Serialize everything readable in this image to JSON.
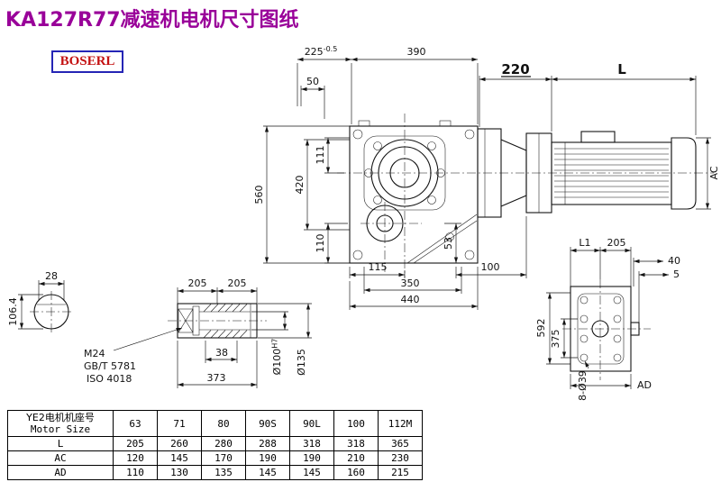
{
  "title": "KA127R77减速机电机尺寸图纸",
  "logo": {
    "text": "BOSERL"
  },
  "dims": {
    "top_225": "225",
    "top_225_tol": "-0.5",
    "top_390": "390",
    "top_50": "50",
    "top_220": "220",
    "top_L": "L",
    "left_560": "560",
    "left_420": "420",
    "left_111": "111",
    "left_110": "110",
    "front_53": "53",
    "bot_115": "115",
    "bot_100": "100",
    "bot_350": "350",
    "bot_440": "440",
    "right_AC": "AC",
    "shaft_28": "28",
    "shaft_106": "106.4",
    "hollow_205a": "205",
    "hollow_205b": "205",
    "hollow_M24": "M24",
    "hollow_gbt": "GB/T 5781",
    "hollow_iso": "ISO 4018",
    "hollow_38": "38",
    "hollow_373": "373",
    "hollow_d100": "Ø100",
    "hollow_d100_sup": "H7",
    "hollow_d135": "Ø135",
    "rv_L1": "L1",
    "rv_205": "205",
    "rv_40": "40",
    "rv_5": "5",
    "rv_592": "592",
    "rv_375": "375",
    "rv_8d39": "8-Ø39",
    "rv_AD": "AD"
  },
  "table": {
    "header_cn": "YE2电机机座号",
    "header_en": "Motor Size",
    "columns": [
      "63",
      "71",
      "80",
      "90S",
      "90L",
      "100",
      "112M"
    ],
    "rows": [
      {
        "label": "L",
        "values": [
          "205",
          "260",
          "280",
          "288",
          "318",
          "318",
          "365"
        ]
      },
      {
        "label": "AC",
        "values": [
          "120",
          "145",
          "170",
          "190",
          "190",
          "210",
          "230"
        ]
      },
      {
        "label": "AD",
        "values": [
          "110",
          "130",
          "135",
          "145",
          "145",
          "160",
          "215"
        ]
      }
    ]
  }
}
